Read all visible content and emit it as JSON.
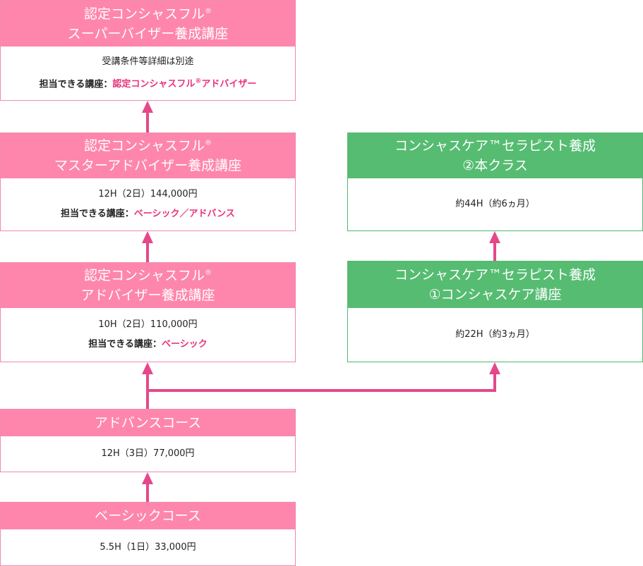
{
  "cards": {
    "supervisor": {
      "title_line1": "認定コンシャスフル",
      "title_sup": "®",
      "title_line2": "スーパーバイザー養成講座",
      "detail": "受講条件等詳細は別途",
      "role_label": "担当できる講座：",
      "role_courses_a": "認定コンシャスフル",
      "role_courses_sup": "®",
      "role_courses_b": "アドバイザー"
    },
    "master": {
      "title_line1": "認定コンシャスフル",
      "title_sup": "®",
      "title_line2": "マスターアドバイザー養成講座",
      "detail": "12H（2日）144,000円",
      "role_label": "担当できる講座：",
      "role_courses": "ベーシック／アドバンス"
    },
    "advisor": {
      "title_line1": "認定コンシャスフル",
      "title_sup": "®",
      "title_line2": "アドバイザー養成講座",
      "detail": "10H（2日）110,000円",
      "role_label": "担当できる講座：",
      "role_courses": "ベーシック"
    },
    "advance": {
      "title": "アドバンスコース",
      "detail": "12H（3日）77,000円"
    },
    "basic": {
      "title": "ベーシックコース",
      "detail": "5.5H（1日）33,000円"
    },
    "care2": {
      "title_line1": "コンシャスケア™セラピスト養成",
      "title_line2": "②本クラス",
      "detail": "約44H（約6ヵ月）"
    },
    "care1": {
      "title_line1": "コンシャスケア™セラピスト養成",
      "title_line2": "①コンシャスケア講座",
      "detail": "約22H（約3ヵ月）"
    }
  },
  "colors": {
    "pink_header": "#fe86ac",
    "pink_border": "#f08bb0",
    "pink_highlight": "#e8337a",
    "green_header": "#56bc72",
    "green_border": "#50b86e",
    "arrow_pink": "#e5488a",
    "arrow_green": "#e5488a"
  }
}
